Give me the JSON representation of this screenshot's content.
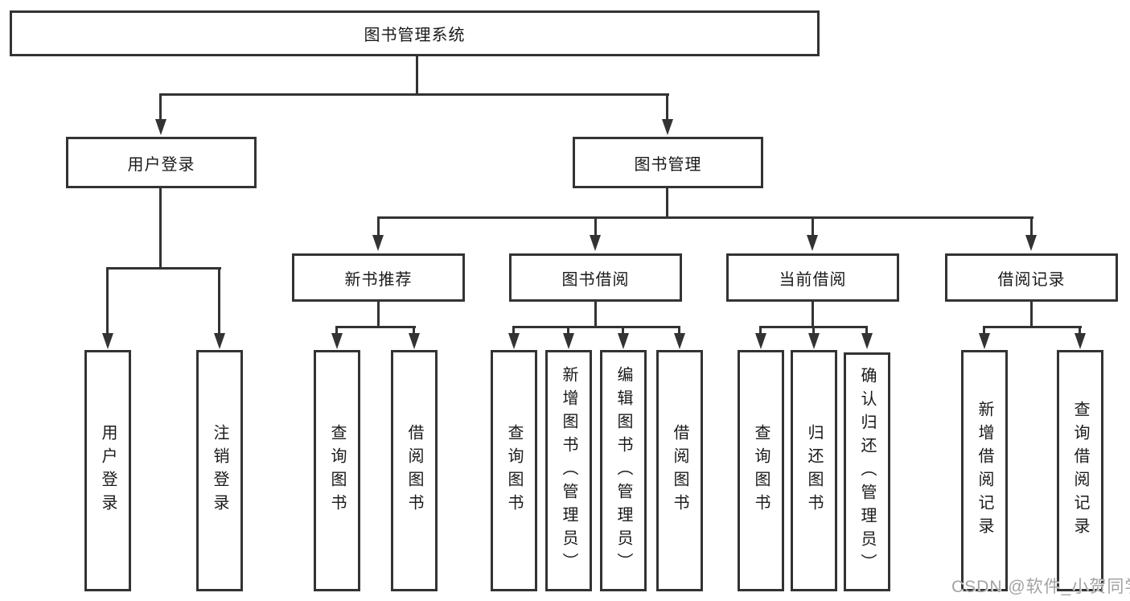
{
  "diagram": {
    "type": "tree",
    "root": {
      "label": "图书管理系统"
    },
    "branches": [
      {
        "label": "用户登录",
        "leaves": [
          {
            "label": "用户登录"
          },
          {
            "label": "注销登录"
          }
        ]
      },
      {
        "label": "图书管理",
        "groups": [
          {
            "label": "新书推荐",
            "leaves": [
              {
                "label": "查询图书"
              },
              {
                "label": "借阅图书"
              }
            ]
          },
          {
            "label": "图书借阅",
            "leaves": [
              {
                "label": "查询图书"
              },
              {
                "label": "新增图书（管理员）"
              },
              {
                "label": "编辑图书（管理员）"
              },
              {
                "label": "借阅图书"
              }
            ]
          },
          {
            "label": "当前借阅",
            "leaves": [
              {
                "label": "查询图书"
              },
              {
                "label": "归还图书"
              },
              {
                "label": "确认归还（管理员）"
              }
            ]
          },
          {
            "label": "借阅记录",
            "leaves": [
              {
                "label": "新增借阅记录"
              },
              {
                "label": "查询借阅记录"
              }
            ]
          }
        ]
      }
    ]
  },
  "watermark": {
    "text": "CSDN @软件_小贺同学"
  },
  "colors": {
    "line": "#333333",
    "text": "#1a1a1a",
    "watermark_gray": "#a3a3a3",
    "background": "#ffffff"
  }
}
